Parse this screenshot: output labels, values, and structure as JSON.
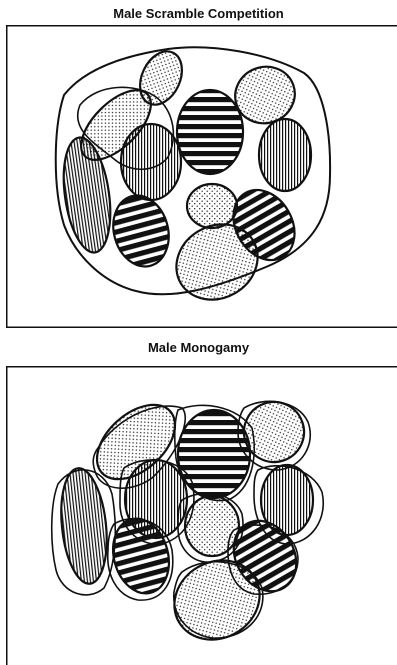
{
  "panels": [
    {
      "title": "Male Scramble Competition"
    },
    {
      "title": "Male Monogamy"
    }
  ],
  "legend_patterns": [
    "stipple",
    "vertical-lines",
    "horizontal-stripes"
  ],
  "colors": {
    "stroke": "#111111",
    "background": "#ffffff"
  }
}
